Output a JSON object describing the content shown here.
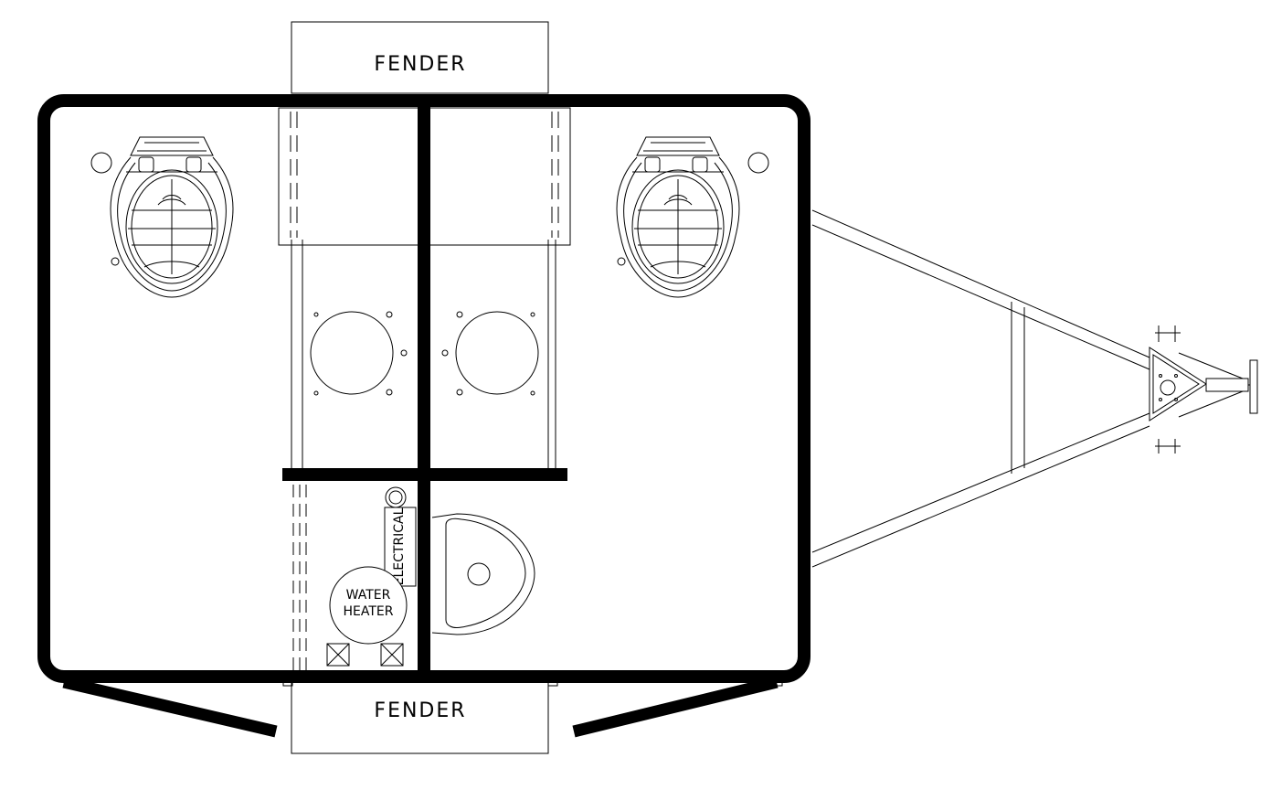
{
  "labels": {
    "fender_top": "FENDER",
    "fender_bottom": "FENDER",
    "electrical": "ELECTRICAL",
    "water_heater_line1": "WATER",
    "water_heater_line2": "HEATER"
  },
  "icons": {
    "toilet": "toilet-icon",
    "urinal": "urinal-icon",
    "water_heater": "water-heater-icon",
    "vent": "vent-icon",
    "tongue": "trailer-tongue-icon"
  },
  "colors": {
    "line": "#000000",
    "background": "#ffffff"
  }
}
